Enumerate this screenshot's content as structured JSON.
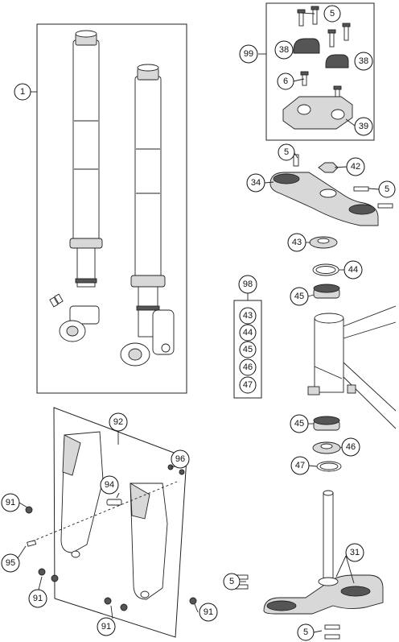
{
  "callouts": {
    "c1": "1",
    "c99": "99",
    "c5a": "5",
    "c38a": "38",
    "c38b": "38",
    "c6": "6",
    "c39": "39",
    "c5b": "5",
    "c42": "42",
    "c34": "34",
    "c5c": "5",
    "c43a": "43",
    "c44a": "44",
    "c98": "98",
    "c45a": "45",
    "k43": "43",
    "k44": "44",
    "k45": "45",
    "k46": "46",
    "k47": "47",
    "c45b": "45",
    "c46": "46",
    "c47": "47",
    "c92": "92",
    "c96": "96",
    "c94": "94",
    "c91a": "91",
    "c95": "95",
    "c91b": "91",
    "c91c": "91",
    "c91d": "91",
    "c5d": "5",
    "c31": "31",
    "c5e": "5"
  }
}
